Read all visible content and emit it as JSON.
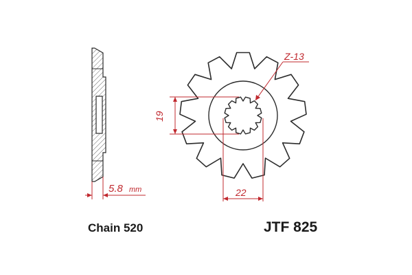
{
  "diagram": {
    "teeth_label": "Z-13",
    "teeth_count": 13,
    "spline_count": 12,
    "spline_dimension": "19",
    "pcd_dimension": "22",
    "thickness_value": "5.8",
    "thickness_unit": "mm",
    "chain_label": "Chain 520",
    "part_number": "JTF 825"
  },
  "colors": {
    "outline": "#2b2b2b",
    "dimension": "#c0282e",
    "hatch": "#6a6a6a"
  }
}
